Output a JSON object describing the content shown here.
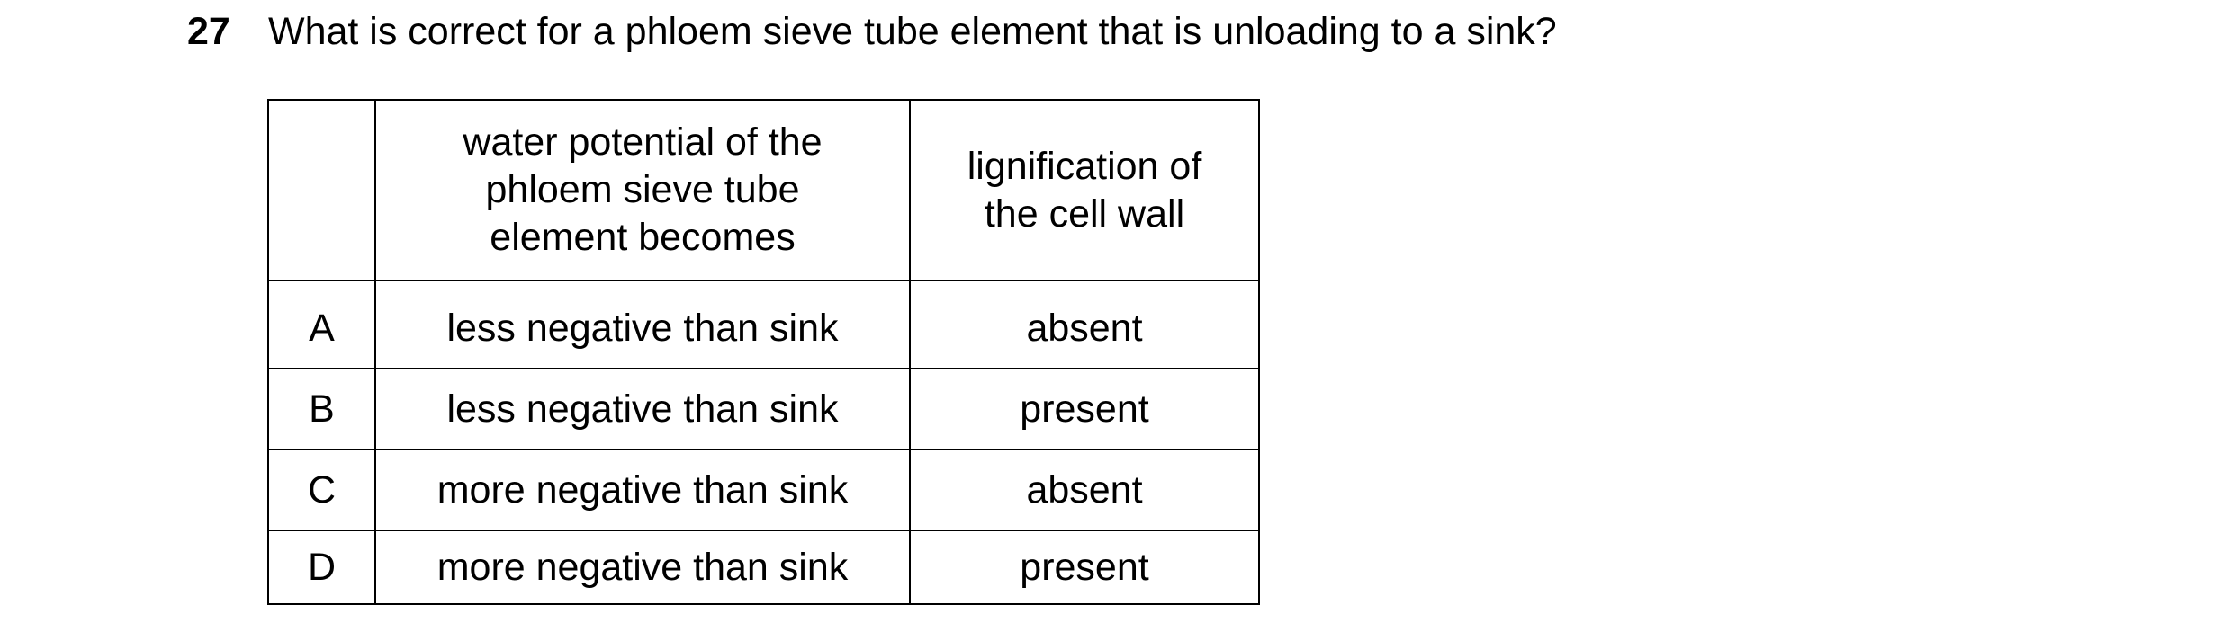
{
  "question": {
    "number": "27",
    "text": "What is correct for a phloem sieve tube element that is unloading to a sink?"
  },
  "table": {
    "headers": {
      "letter": "",
      "water_potential": "water potential of the phloem sieve tube element becomes",
      "lignification": "lignification of the cell wall"
    },
    "rows": [
      {
        "letter": "A",
        "water_potential": "less negative than sink",
        "lignification": "absent"
      },
      {
        "letter": "B",
        "water_potential": "less negative than sink",
        "lignification": "present"
      },
      {
        "letter": "C",
        "water_potential": "more negative than sink",
        "lignification": "absent"
      },
      {
        "letter": "D",
        "water_potential": "more negative than sink",
        "lignification": "present"
      }
    ]
  }
}
